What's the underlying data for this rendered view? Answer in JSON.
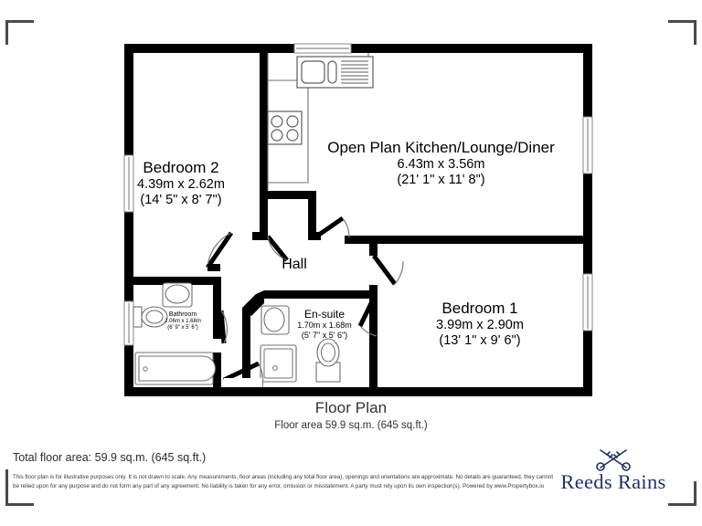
{
  "document": {
    "type": "floor-plan",
    "caption_title": "Floor Plan",
    "caption_subtitle": "Floor area 59.9 sq.m. (645 sq.ft.)"
  },
  "rooms": [
    {
      "id": "bedroom-2",
      "name": "Bedroom 2",
      "dim_metric": "4.39m x 2.62m",
      "dim_imperial": "(14' 5\" x 8' 7\")"
    },
    {
      "id": "open-plan-kitchen-lounge-diner",
      "name": "Open Plan Kitchen/Lounge/Diner",
      "dim_metric": "6.43m x 3.56m",
      "dim_imperial": "(21' 1\" x 11' 8\")"
    },
    {
      "id": "bedroom-1",
      "name": "Bedroom 1",
      "dim_metric": "3.99m x 2.90m",
      "dim_imperial": "(13' 1\" x 9' 6\")"
    },
    {
      "id": "hall",
      "name": "Hall",
      "dim_metric": "",
      "dim_imperial": ""
    },
    {
      "id": "bathroom",
      "name": "Bathroom",
      "dim_metric": "2.06m x 1.68m",
      "dim_imperial": "(6' 9\" x 5' 6\")"
    },
    {
      "id": "en-suite",
      "name": "En-suite",
      "dim_metric": "1.70m x 1.68m",
      "dim_imperial": "(5' 7\" x 5' 6\")"
    }
  ],
  "footer": {
    "total_area": "Total floor area: 59.9 sq.m. (645 sq.ft.)",
    "disclaimer": "This floor plan is for illustrative purposes only. It is not drawn to scale. Any measurements, floor areas (including any total floor area), openings and orientations are approximate. No details are guaranteed, they cannot be relied upon for any purpose and do not form any part of any agreement. No liability is taken for any error, omission or misstatement. A party must rely upon its own inspection(s). Powered by www.Propertybox.io"
  },
  "brand": {
    "name": "Reeds Rains",
    "icon": "crossed-keys-icon",
    "color": "#1f3364"
  },
  "fixtures": [
    {
      "id": "kitchen-sink",
      "icon": "sink-icon",
      "room": "open-plan-kitchen-lounge-diner"
    },
    {
      "id": "kitchen-hob",
      "icon": "hob-icon",
      "room": "open-plan-kitchen-lounge-diner"
    },
    {
      "id": "bathroom-basin",
      "icon": "basin-icon",
      "room": "bathroom"
    },
    {
      "id": "bathroom-wc",
      "icon": "toilet-icon",
      "room": "bathroom"
    },
    {
      "id": "bathroom-bath",
      "icon": "bathtub-icon",
      "room": "bathroom"
    },
    {
      "id": "ensuite-basin",
      "icon": "basin-icon",
      "room": "en-suite"
    },
    {
      "id": "ensuite-shower",
      "icon": "shower-tray-icon",
      "room": "en-suite"
    },
    {
      "id": "ensuite-wc",
      "icon": "toilet-icon",
      "room": "en-suite"
    }
  ],
  "openings": {
    "windows": 5,
    "doors": 6
  },
  "colors": {
    "wall": "#000000",
    "fixture_outline": "#777777",
    "text": "#000000",
    "brand": "#1f3364",
    "corner_mark": "#4a4a4a"
  }
}
